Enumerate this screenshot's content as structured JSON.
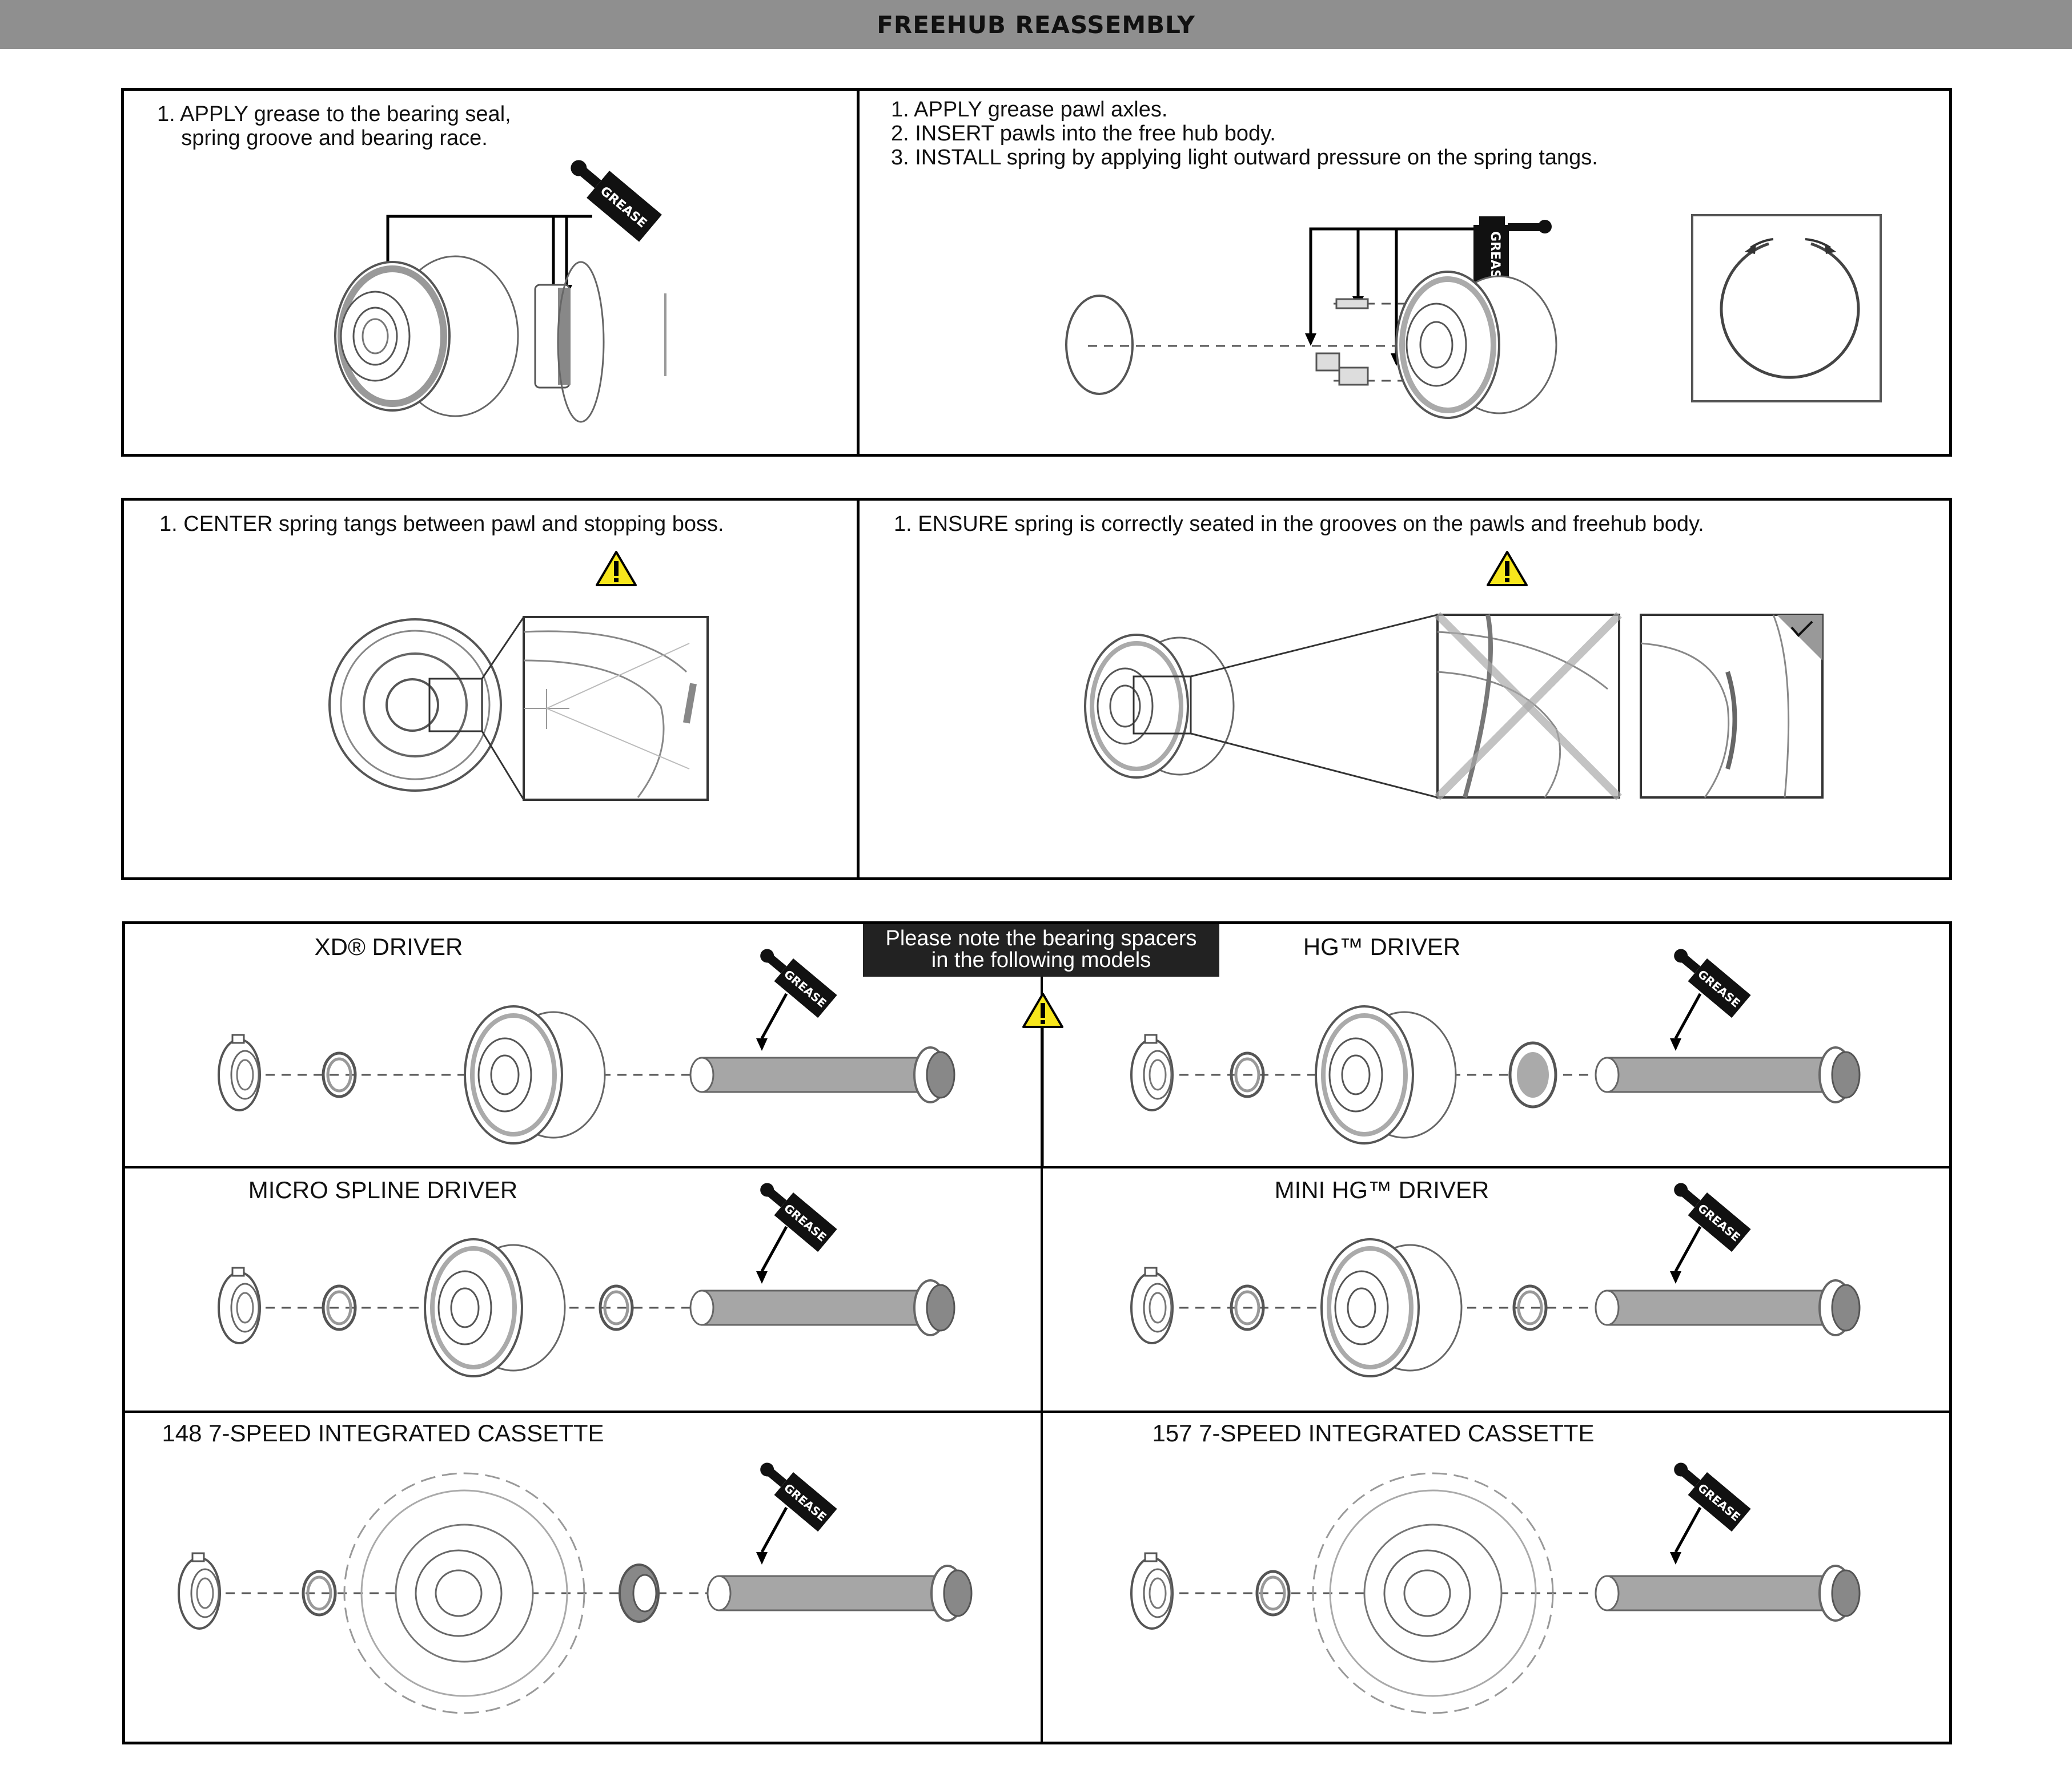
{
  "header": {
    "title": "FREEHUB REASSEMBLY"
  },
  "row1": {
    "left": {
      "steps": [
        "1. APPLY grease to the bearing seal,",
        "    spring groove and bearing race."
      ]
    },
    "right": {
      "steps": [
        "1. APPLY grease pawl axles.",
        "2. INSERT pawls into the free hub body.",
        "3. INSTALL spring by applying light outward pressure on the spring tangs."
      ]
    }
  },
  "row2": {
    "left": {
      "steps": [
        "1. CENTER spring tangs between pawl and stopping boss."
      ]
    },
    "right": {
      "steps": [
        "1. ENSURE spring is correctly seated in the grooves on the pawls and freehub body."
      ]
    }
  },
  "tag_label": "GREASE",
  "note": {
    "line1": "Please note the bearing spacers",
    "line2": "in the following models"
  },
  "drivers": {
    "xd": "XD® DRIVER",
    "hg": "HG™ DRIVER",
    "micro": "MICRO SPLINE DRIVER",
    "minihg": "MINI HG™ DRIVER",
    "c148": "148 7-SPEED INTEGRATED CASSETTE",
    "c157": "157 7-SPEED INTEGRATED CASSETTE"
  },
  "icons": {
    "grease": "grease-gun-icon",
    "warning": "warning-triangle-icon",
    "check": "check-mark-icon"
  },
  "colors": {
    "header": "#8f8f8f",
    "warning": "#f7e61c",
    "axle": "#a6a6a6",
    "tag": "#111111"
  }
}
